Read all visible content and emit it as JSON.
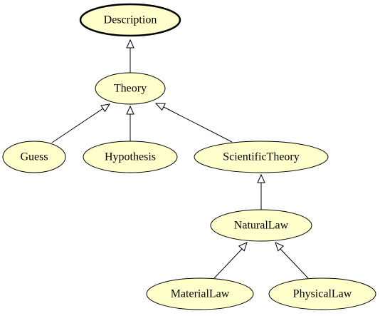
{
  "diagram": {
    "node_fill": "#ffffcc",
    "nodes": {
      "description": "Description",
      "theory": "Theory",
      "guess": "Guess",
      "hypothesis": "Hypothesis",
      "scientific_theory": "ScientificTheory",
      "natural_law": "NaturalLaw",
      "material_law": "MaterialLaw",
      "physical_law": "PhysicalLaw"
    },
    "edges": [
      {
        "from": "theory",
        "to": "description",
        "arrow": "hollow-triangle"
      },
      {
        "from": "guess",
        "to": "theory",
        "arrow": "hollow-triangle"
      },
      {
        "from": "hypothesis",
        "to": "theory",
        "arrow": "hollow-triangle"
      },
      {
        "from": "scientific_theory",
        "to": "theory",
        "arrow": "hollow-triangle"
      },
      {
        "from": "natural_law",
        "to": "scientific_theory",
        "arrow": "hollow-triangle"
      },
      {
        "from": "material_law",
        "to": "natural_law",
        "arrow": "hollow-triangle"
      },
      {
        "from": "physical_law",
        "to": "natural_law",
        "arrow": "hollow-triangle"
      }
    ]
  }
}
